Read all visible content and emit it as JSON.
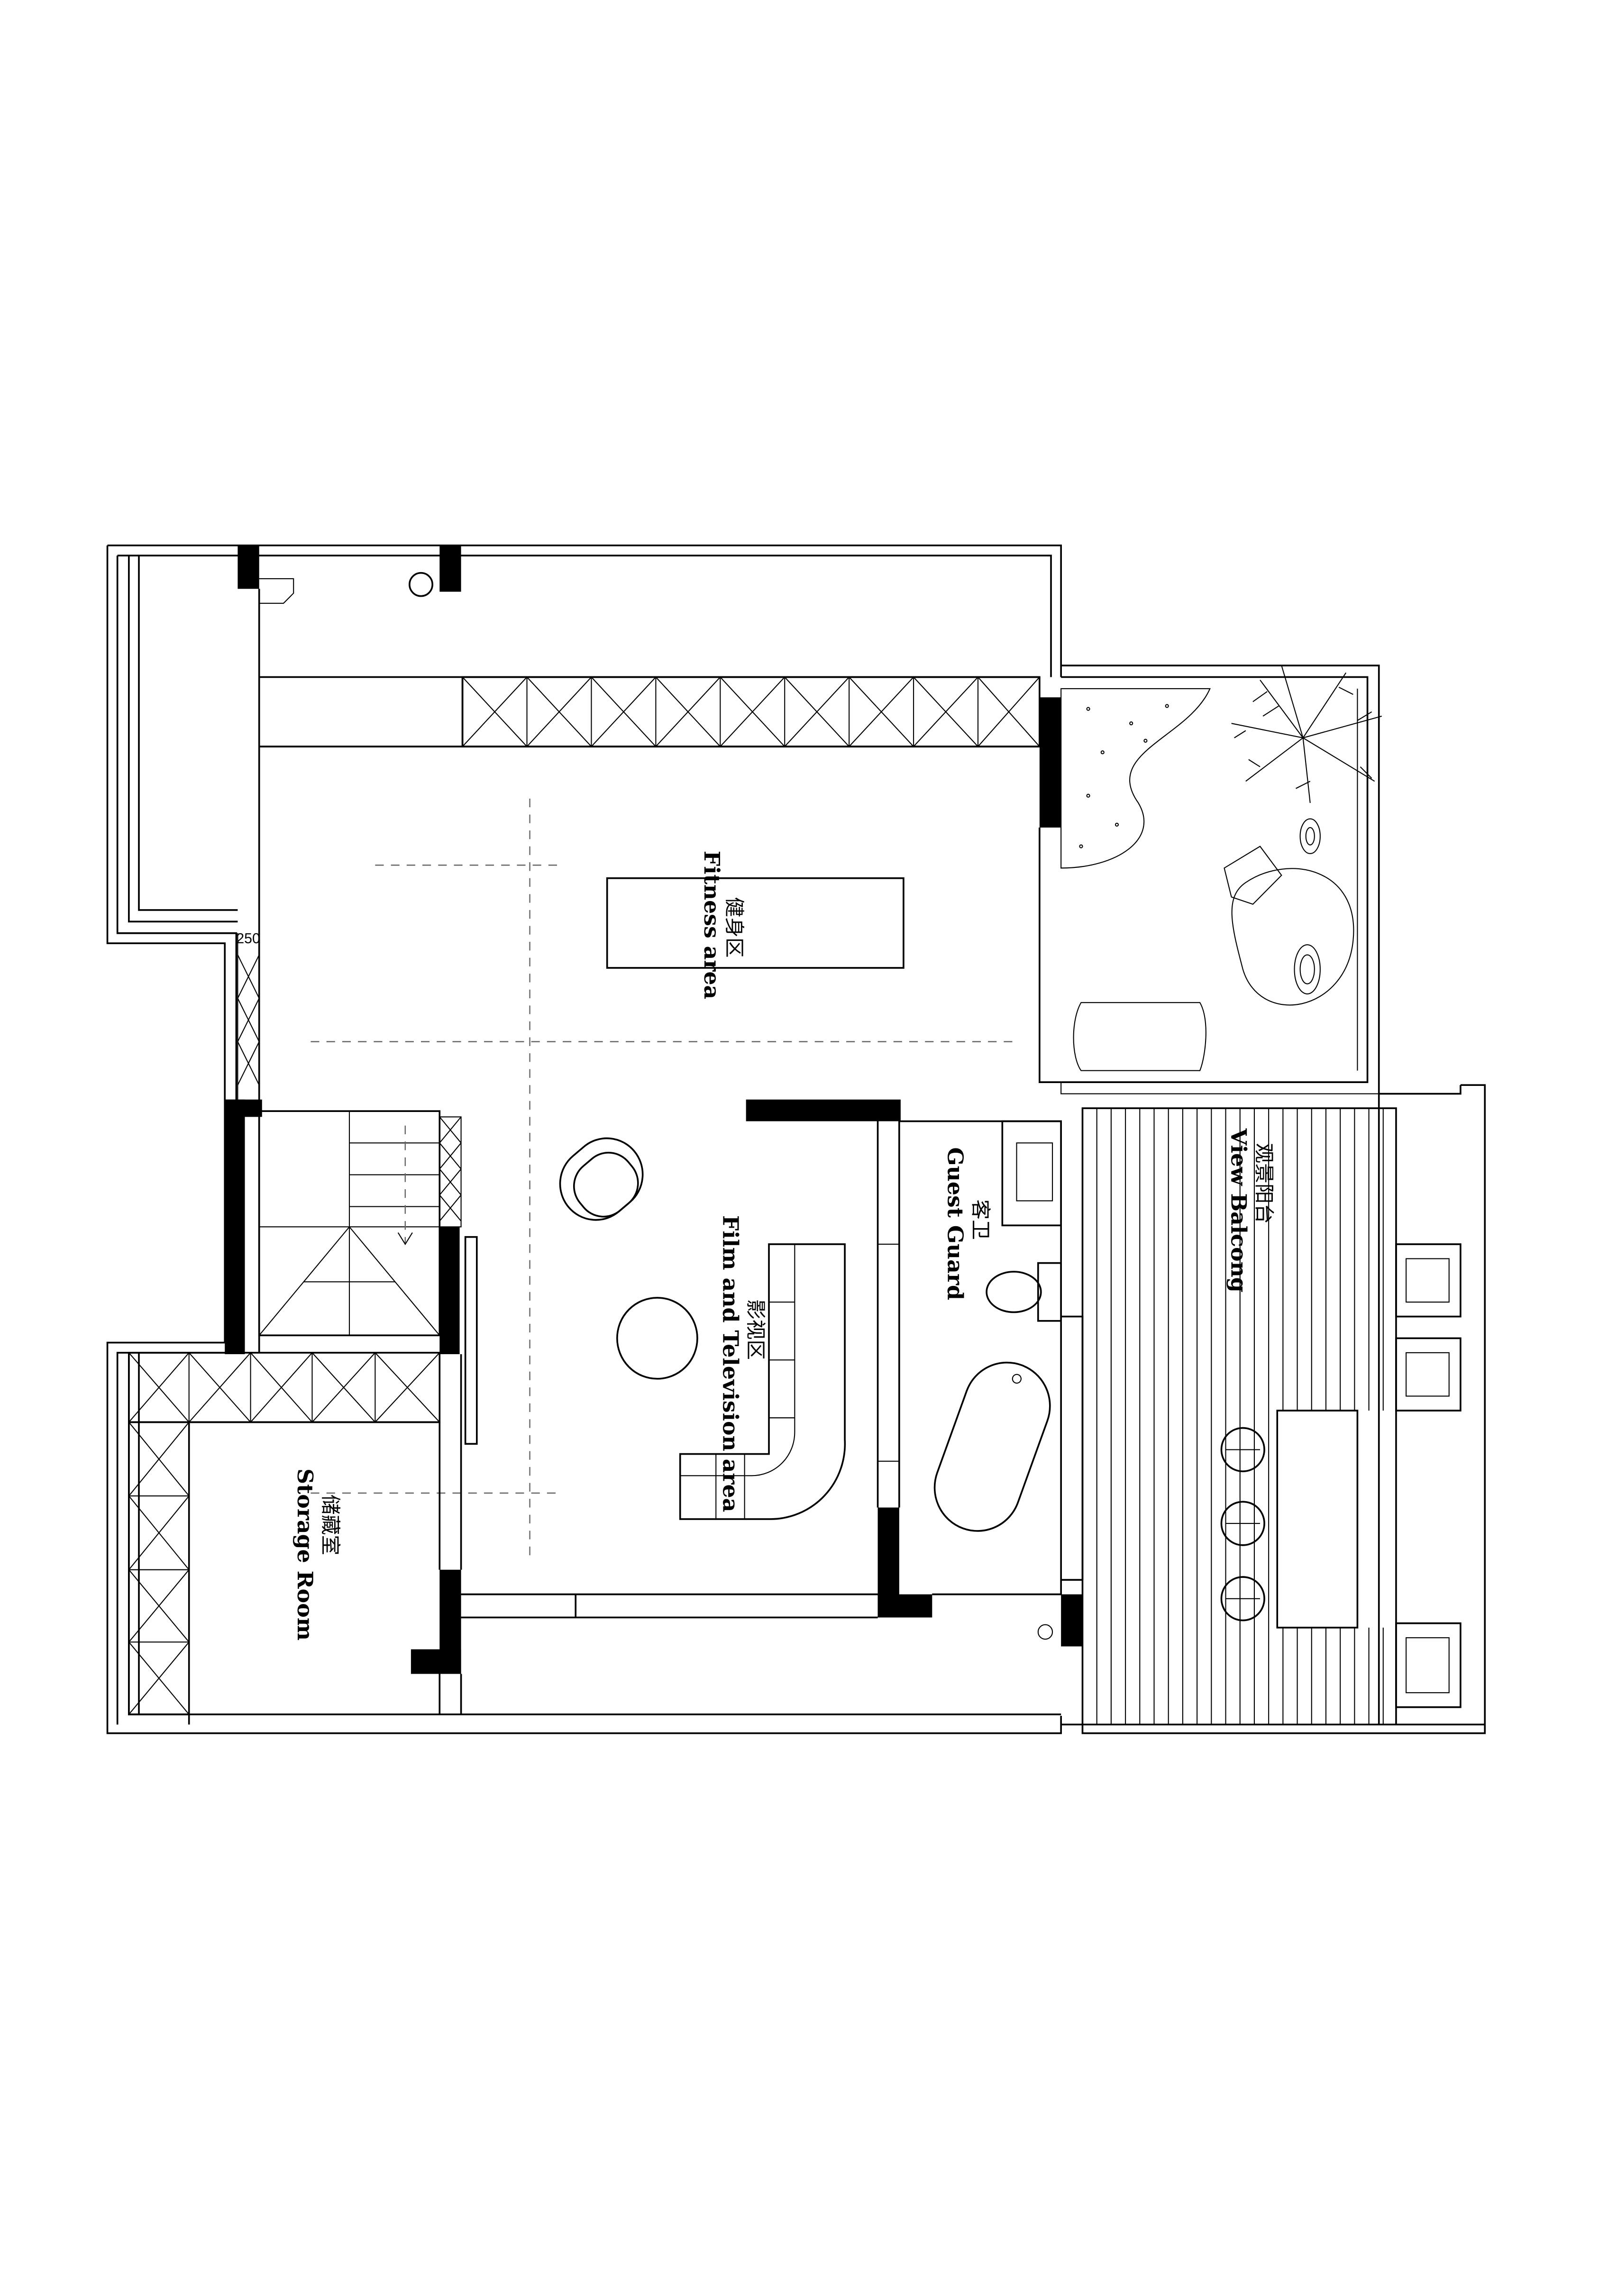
{
  "rooms": {
    "fitness": {
      "cn": "健身区",
      "en": "Fitness area"
    },
    "film": {
      "cn": "影视区",
      "en": "Film and Television area"
    },
    "guest": {
      "cn": "客卫",
      "en": "Guest Guard"
    },
    "balcony": {
      "cn": "观景阳台",
      "en": "View Balcong"
    },
    "storage": {
      "cn": "储藏室",
      "en": "Storage Room"
    }
  },
  "dimension": "250",
  "colors": {
    "line": "#000000",
    "background": "#ffffff",
    "dashed": "#666666"
  }
}
